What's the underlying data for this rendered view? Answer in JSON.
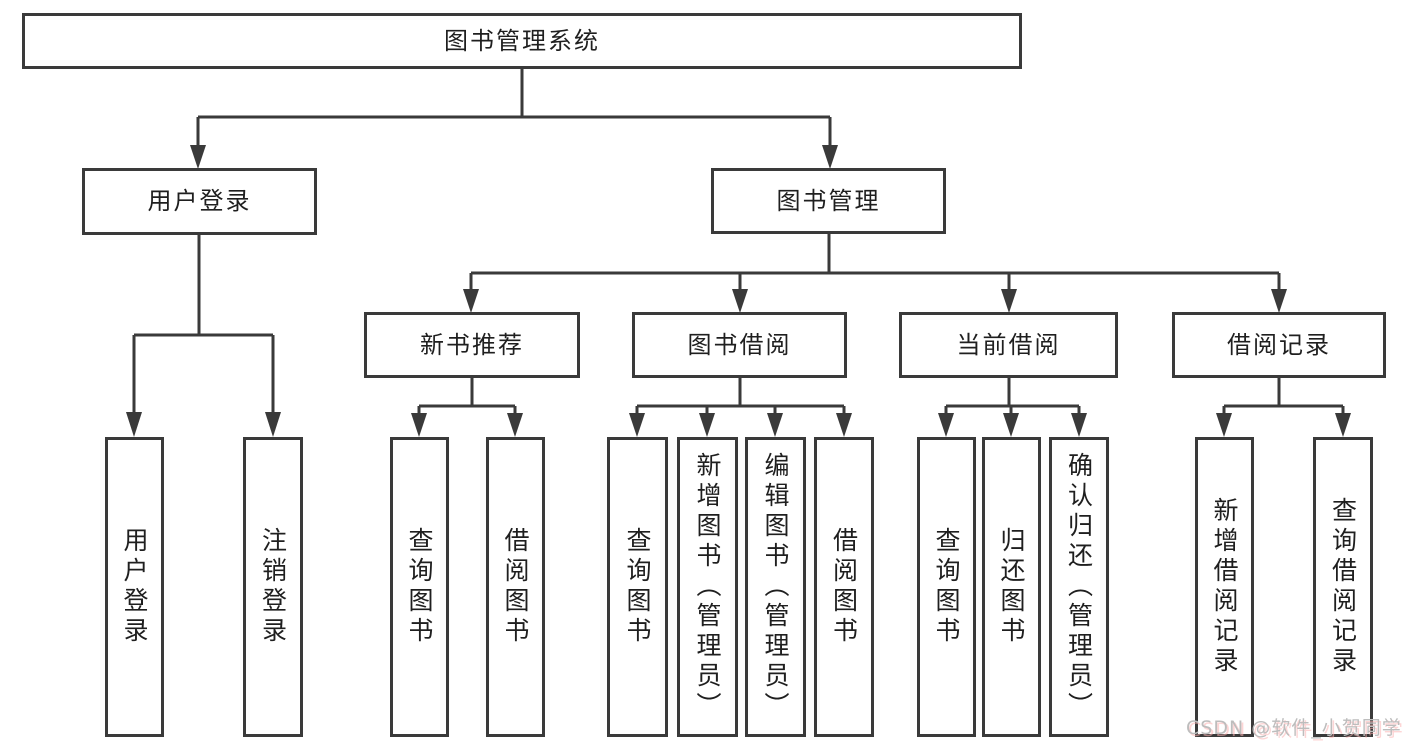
{
  "diagram": {
    "root": {
      "label": "图书管理系统"
    },
    "level2": [
      {
        "id": "user-login",
        "label": "用户登录"
      },
      {
        "id": "book-management",
        "label": "图书管理"
      }
    ],
    "level3": [
      {
        "id": "new-book-recommend",
        "label": "新书推荐"
      },
      {
        "id": "book-borrowing",
        "label": "图书借阅"
      },
      {
        "id": "current-borrowing",
        "label": "当前借阅"
      },
      {
        "id": "borrowing-records",
        "label": "借阅记录"
      }
    ],
    "leaves": {
      "user_login": [
        "用户登录",
        "注销登录"
      ],
      "new_book_recommend": [
        "查询图书",
        "借阅图书"
      ],
      "book_borrowing": [
        "查询图书",
        "新增图书（管理员）",
        "编辑图书（管理员）",
        "借阅图书"
      ],
      "current_borrowing": [
        "查询图书",
        "归还图书",
        "确认归还（管理员）"
      ],
      "borrowing_records": [
        "新增借阅记录",
        "查询借阅记录"
      ]
    }
  },
  "watermark": {
    "text": "CSDN @软件_小贺同学"
  },
  "colors": {
    "line": "#3a3a3a",
    "text": "#1f1f1f",
    "watermark": "#bdbdbd",
    "background": "#ffffff"
  }
}
